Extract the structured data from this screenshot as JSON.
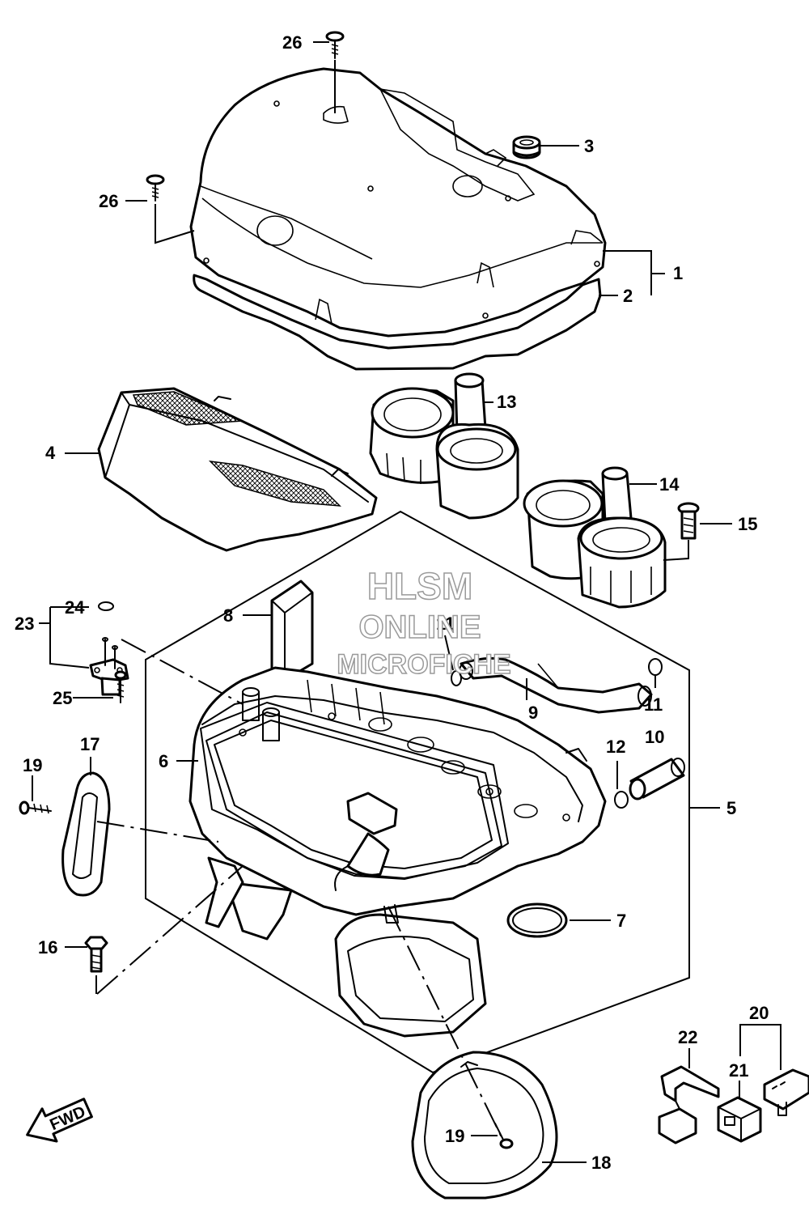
{
  "watermark": {
    "line1": "HLSM",
    "line2": "ONLINE",
    "line3": "MICROFICHE"
  },
  "direction_label": "FWD",
  "callouts": {
    "c1": "1",
    "c2": "2",
    "c3": "3",
    "c4": "4",
    "c5": "5",
    "c6": "6",
    "c7": "7",
    "c8": "8",
    "c9": "9",
    "c10": "10",
    "c11a": "11",
    "c11b": "11",
    "c12": "12",
    "c13": "13",
    "c14": "14",
    "c15": "15",
    "c16": "16",
    "c17": "17",
    "c18": "18",
    "c19a": "19",
    "c19b": "19",
    "c20": "20",
    "c21": "21",
    "c22": "22",
    "c23": "23",
    "c24": "24",
    "c25": "25",
    "c26a": "26",
    "c26b": "26"
  }
}
